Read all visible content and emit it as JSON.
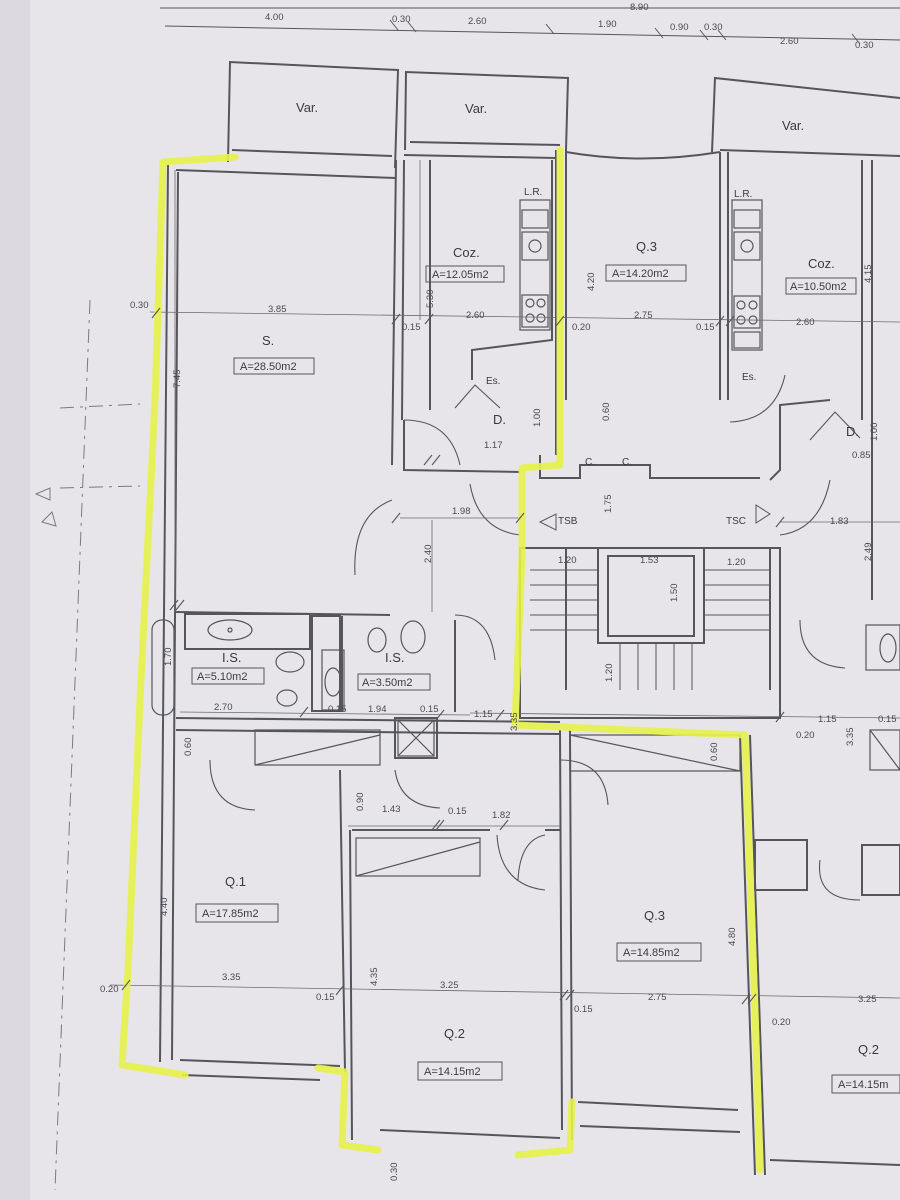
{
  "colors": {
    "paper": "#e7e5ea",
    "wall": "#55555d",
    "highlight": "#e6f24a"
  },
  "top_dims": {
    "overall": "8.90",
    "segments": [
      "4.00",
      "0.30",
      "2.60",
      "1.90",
      "0.90",
      "0.30",
      "2.60",
      "0.30"
    ]
  },
  "rooms": {
    "var1": "Var.",
    "var2": "Var.",
    "var3": "Var.",
    "sala": {
      "name": "S.",
      "area": "A=28.50m2"
    },
    "coz1": {
      "name": "Coz.",
      "area": "A=12.05m2"
    },
    "q3_top": {
      "name": "Q.3",
      "area": "A=14.20m2"
    },
    "coz2": {
      "name": "Coz.",
      "area": "A=10.50m2"
    },
    "lr1": "L.R.",
    "lr2": "L.R.",
    "es1": "Es.",
    "es2": "Es.",
    "d1": "D.",
    "d2": "D.",
    "c1": "C.",
    "c2": "C.",
    "tsb": "TSB",
    "tsc": "TSC",
    "is1": {
      "name": "I.S.",
      "area": "A=5.10m2"
    },
    "is2": {
      "name": "I.S.",
      "area": "A=3.50m2"
    },
    "q1": {
      "name": "Q.1",
      "area": "A=17.85m2"
    },
    "q2": {
      "name": "Q.2",
      "area": "A=14.15m2"
    },
    "q3_bot": {
      "name": "Q.3",
      "area": "A=14.85m2"
    },
    "q2_right": {
      "name": "Q.2",
      "area": "A=14.15m"
    }
  },
  "dims": {
    "d030_left": "0.30",
    "d385": "3.85",
    "d015_a": "0.15",
    "d260_a": "2.60",
    "d020_a": "0.20",
    "d275_a": "2.75",
    "d015_b": "0.15",
    "d260_b": "2.60",
    "d745": "7.45",
    "d530": "5.30",
    "d420": "4.20",
    "d415": "4.15",
    "d100_a": "1.00",
    "d117": "1.17",
    "d060_a": "0.60",
    "d100_b": "1.00",
    "d085": "0.85",
    "d198": "1.98",
    "d175": "1.75",
    "d183": "1.83",
    "d240": "2.40",
    "d249": "2.49",
    "d120_a": "1.20",
    "d153": "1.53",
    "d120_b": "1.20",
    "d150": "1.50",
    "d120_c": "1.20",
    "d170": "1.70",
    "d270": "2.70",
    "d015_c": "0.15",
    "d194": "1.94",
    "d015_d": "0.15",
    "d115_a": "1.15",
    "d335_a": "3.35",
    "d115_b": "1.15",
    "d020_b": "0.20",
    "d335_b": "3.35",
    "d015_e": "0.15",
    "d060_b": "0.60",
    "d090": "0.90",
    "d143": "1.43",
    "d015_f": "0.15",
    "d182": "1.82",
    "d060_c": "0.60",
    "d440": "4.40",
    "d020_c": "0.20",
    "d335_c": "3.35",
    "d015_g": "0.15",
    "d435": "4.35",
    "d325_a": "3.25",
    "d015_h": "0.15",
    "d275_b": "2.75",
    "d480": "4.80",
    "d020_d": "0.20",
    "d325_b": "3.25",
    "d030_bot": "0.30"
  }
}
